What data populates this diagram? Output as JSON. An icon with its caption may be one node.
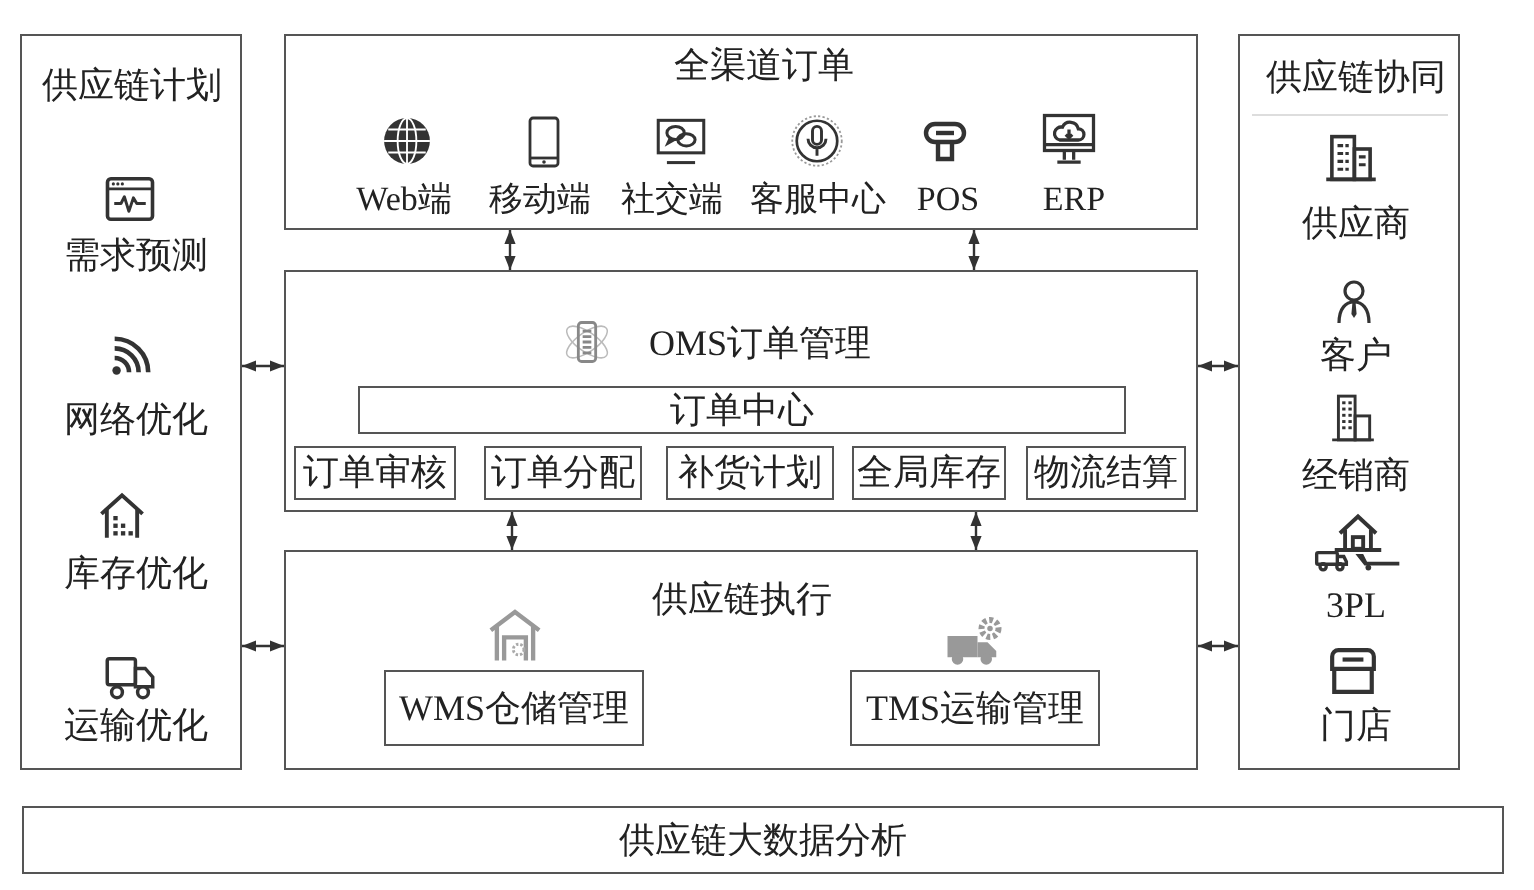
{
  "diagram": {
    "nodes": [
      {
        "text": [
          "供应链计划",
          "需求预测",
          "网络优化",
          "库存优化",
          "运输优化"
        ]
      },
      {
        "text": [
          "全渠道订单",
          "Web端",
          "移动端",
          "社交端",
          "客服中心",
          "POS",
          "ERP"
        ]
      },
      {
        "text": [
          "供应链协同",
          "供应商",
          "客户",
          "经销商",
          "3PL",
          "门店"
        ]
      },
      {
        "text": [
          "OMS订单管理"
        ]
      },
      {
        "text": [
          "订单中心"
        ],
        "in": 3
      },
      {
        "text": [
          "订单审核"
        ],
        "in": 3
      },
      {
        "text": [
          "订单分配"
        ],
        "in": 3
      },
      {
        "text": [
          "补货计划"
        ],
        "in": 3
      },
      {
        "text": [
          "全局库存"
        ],
        "in": 3
      },
      {
        "text": [
          "物流结算"
        ],
        "in": 3
      },
      {
        "text": [
          "供应链执行"
        ]
      },
      {
        "text": [
          "WMS仓储管理"
        ],
        "in": 10
      },
      {
        "text": [
          "TMS运输管理"
        ],
        "in": 10
      },
      {
        "text": [
          "供应链大数据分析"
        ]
      }
    ],
    "edges": [
      {
        "from": 1,
        "to": 3,
        "arrow": "both"
      },
      {
        "from": 1,
        "to": 3,
        "arrow": "both"
      },
      {
        "from": 0,
        "to": 3,
        "arrow": "both"
      },
      {
        "from": 3,
        "to": 2,
        "arrow": "both"
      },
      {
        "from": 3,
        "to": 10,
        "arrow": "both"
      },
      {
        "from": 3,
        "to": 10,
        "arrow": "both"
      },
      {
        "from": 0,
        "to": 10,
        "arrow": "both"
      },
      {
        "from": 10,
        "to": 2,
        "arrow": "both"
      }
    ]
  }
}
